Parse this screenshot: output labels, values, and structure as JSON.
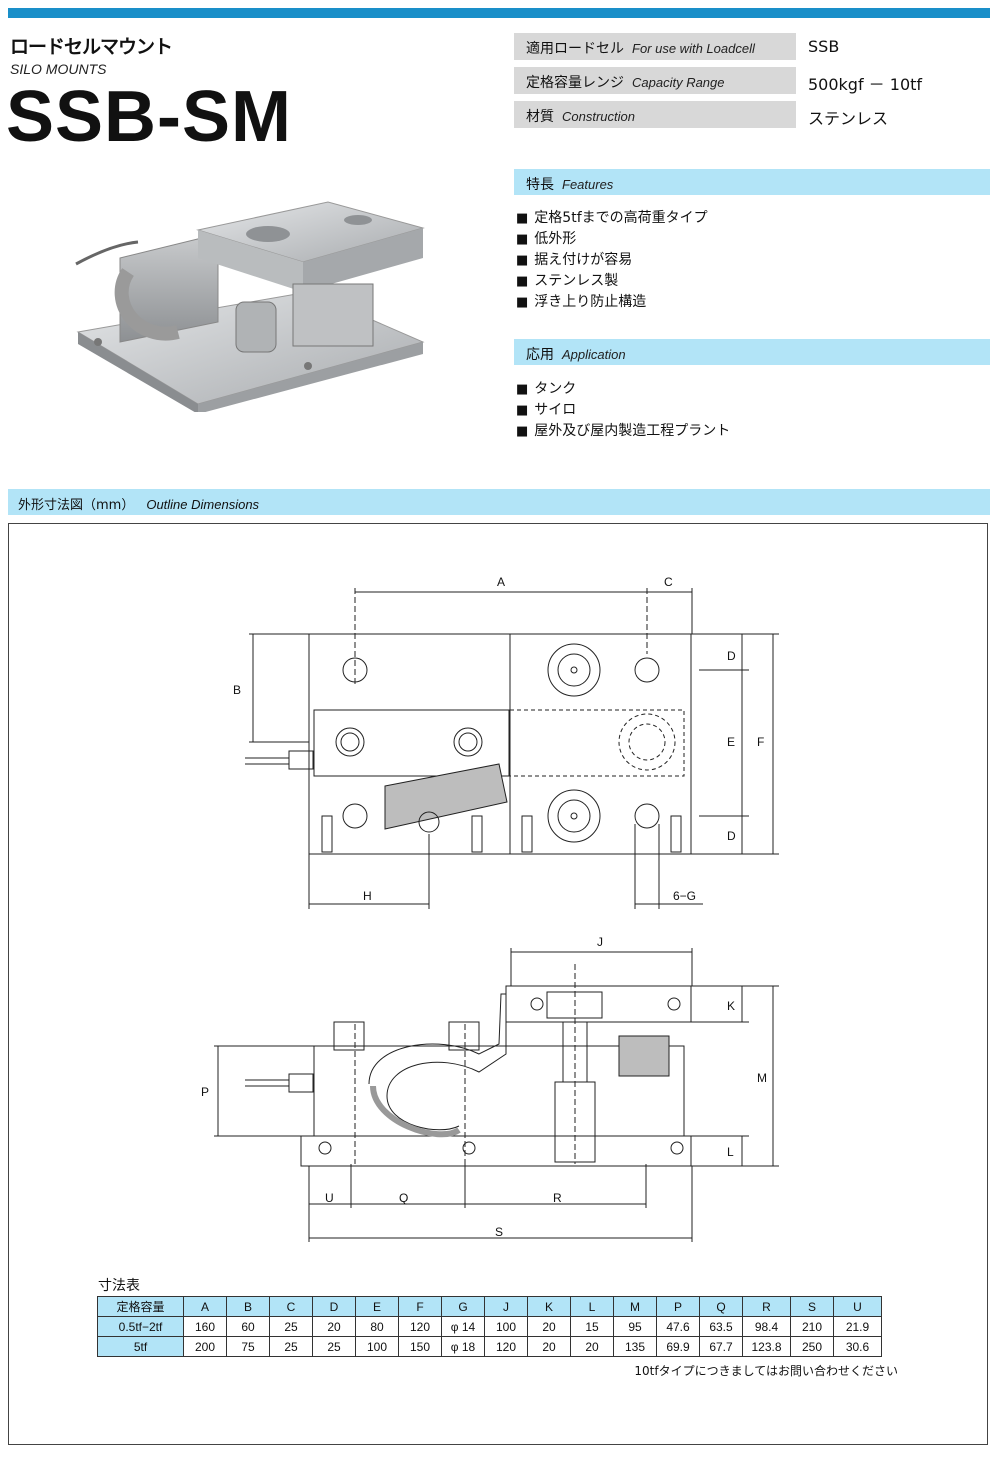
{
  "header": {
    "title_jp": "ロードセルマウント",
    "title_en": "SILO MOUNTS",
    "model": "SSB-SM"
  },
  "specs": [
    {
      "label_jp": "適用ロードセル",
      "label_en": "For use with Loadcell",
      "value": "SSB"
    },
    {
      "label_jp": "定格容量レンジ",
      "label_en": "Capacity Range",
      "value": "500kgf － 10tf"
    },
    {
      "label_jp": "材質",
      "label_en": "Construction",
      "value": "ステンレス"
    }
  ],
  "features": {
    "title_jp": "特長",
    "title_en": "Features",
    "items": [
      "定格5tfまでの高荷重タイプ",
      "低外形",
      "据え付けが容易",
      "ステンレス製",
      "浮き上り防止構造"
    ]
  },
  "application": {
    "title_jp": "応用",
    "title_en": "Application",
    "items": [
      "タンク",
      "サイロ",
      "屋外及び屋内製造工程プラント"
    ]
  },
  "outline": {
    "title_jp": "外形寸法図（mm）",
    "title_en": "Outline Dimensions",
    "labels": {
      "A": "A",
      "B": "B",
      "C": "C",
      "D": "D",
      "E": "E",
      "F": "F",
      "H": "H",
      "G": "6−G",
      "J": "J",
      "K": "K",
      "L": "L",
      "M": "M",
      "P": "P",
      "Q": "Q",
      "R": "R",
      "S": "S",
      "U": "U"
    }
  },
  "dimension_table": {
    "title": "寸法表",
    "columns": [
      "定格容量",
      "A",
      "B",
      "C",
      "D",
      "E",
      "F",
      "G",
      "J",
      "K",
      "L",
      "M",
      "P",
      "Q",
      "R",
      "S",
      "U"
    ],
    "rows": [
      [
        "0.5tf−2tf",
        "160",
        "60",
        "25",
        "20",
        "80",
        "120",
        "φ 14",
        "100",
        "20",
        "15",
        "95",
        "47.6",
        "63.5",
        "98.4",
        "210",
        "21.9"
      ],
      [
        "5tf",
        "200",
        "75",
        "25",
        "25",
        "100",
        "150",
        "φ 18",
        "120",
        "20",
        "20",
        "135",
        "69.9",
        "67.7",
        "123.8",
        "250",
        "30.6"
      ]
    ],
    "note": "10tfタイプにつきましてはお問い合わせください"
  },
  "colors": {
    "accent_bar": "#1a8fc9",
    "section_bg": "#b2e4f7",
    "spec_bg": "#d8d8d8"
  }
}
